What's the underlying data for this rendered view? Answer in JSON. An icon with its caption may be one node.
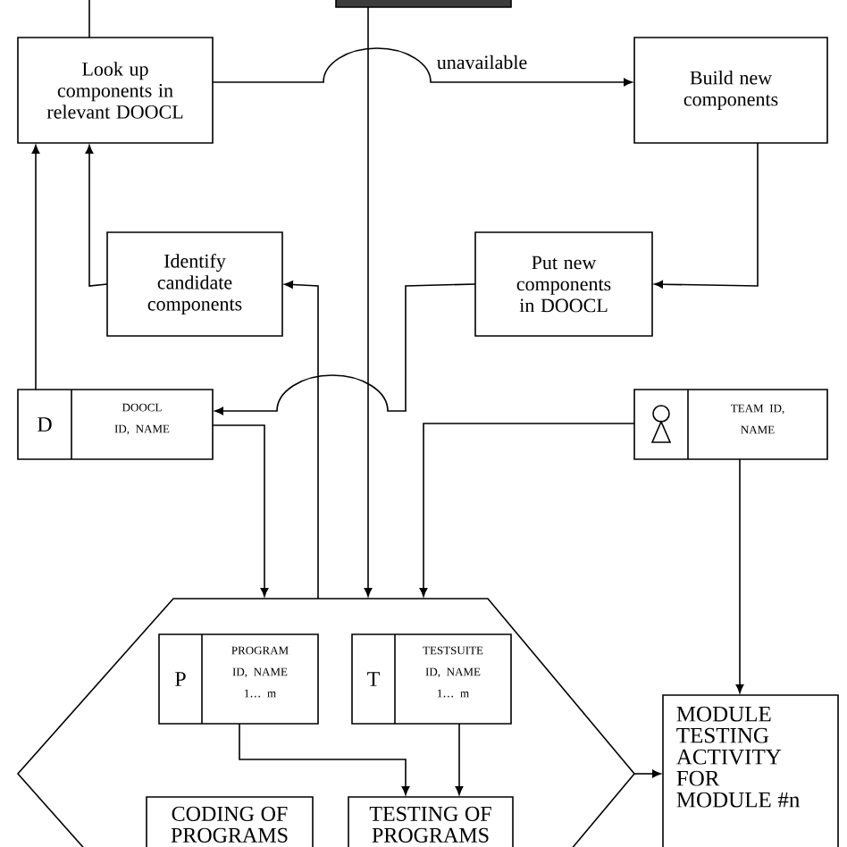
{
  "diagram": {
    "nodes": [
      {
        "text": [],
        "shape": "box"
      },
      {
        "text": [
          "Look up components in relevant DOOCL"
        ]
      },
      {
        "text": [
          "Build new components"
        ]
      },
      {
        "text": [
          "Identify candidate components"
        ]
      },
      {
        "text": [
          "Put new components in DOOCL"
        ]
      },
      {
        "text": [
          "D",
          "DOOCL ID, NAME"
        ]
      },
      {
        "text": [
          "TEAM ID, NAME"
        ]
      },
      {
        "text": [],
        "shape": "hexagon"
      },
      {
        "text": [
          "P",
          "PROGRAM ID, NAME 1… m"
        ],
        "in": 7
      },
      {
        "text": [
          "T",
          "TESTSUITE ID, NAME 1… m"
        ],
        "in": 7
      },
      {
        "text": [
          "MODULE TESTING ACTIVITY FOR MODULE #n"
        ]
      },
      {
        "text": [
          "CODING OF PROGRAMS"
        ],
        "in": 7
      },
      {
        "text": [
          "TESTING OF PROGRAMS"
        ],
        "in": 7
      }
    ],
    "edges": [
      {
        "from": null,
        "to": 1,
        "arrow": "none"
      },
      {
        "from": 1,
        "to": 2,
        "arrow": "to",
        "label": "unavailable"
      },
      {
        "from": 2,
        "to": 4,
        "arrow": "to"
      },
      {
        "from": 3,
        "to": 1,
        "arrow": "to"
      },
      {
        "from": 5,
        "to": 1,
        "arrow": "to"
      },
      {
        "from": 7,
        "to": 3,
        "arrow": "to"
      },
      {
        "from": 0,
        "to": 7,
        "arrow": "to"
      },
      {
        "from": 4,
        "to": 5,
        "arrow": "to"
      },
      {
        "from": 5,
        "to": 7,
        "arrow": "to"
      },
      {
        "from": 6,
        "to": 7,
        "arrow": "to"
      },
      {
        "from": 6,
        "to": 10,
        "arrow": "to"
      },
      {
        "from": 7,
        "to": 10,
        "arrow": "to"
      },
      {
        "from": 8,
        "to": 12,
        "arrow": "to"
      },
      {
        "from": 9,
        "to": 12,
        "arrow": "to"
      }
    ]
  }
}
